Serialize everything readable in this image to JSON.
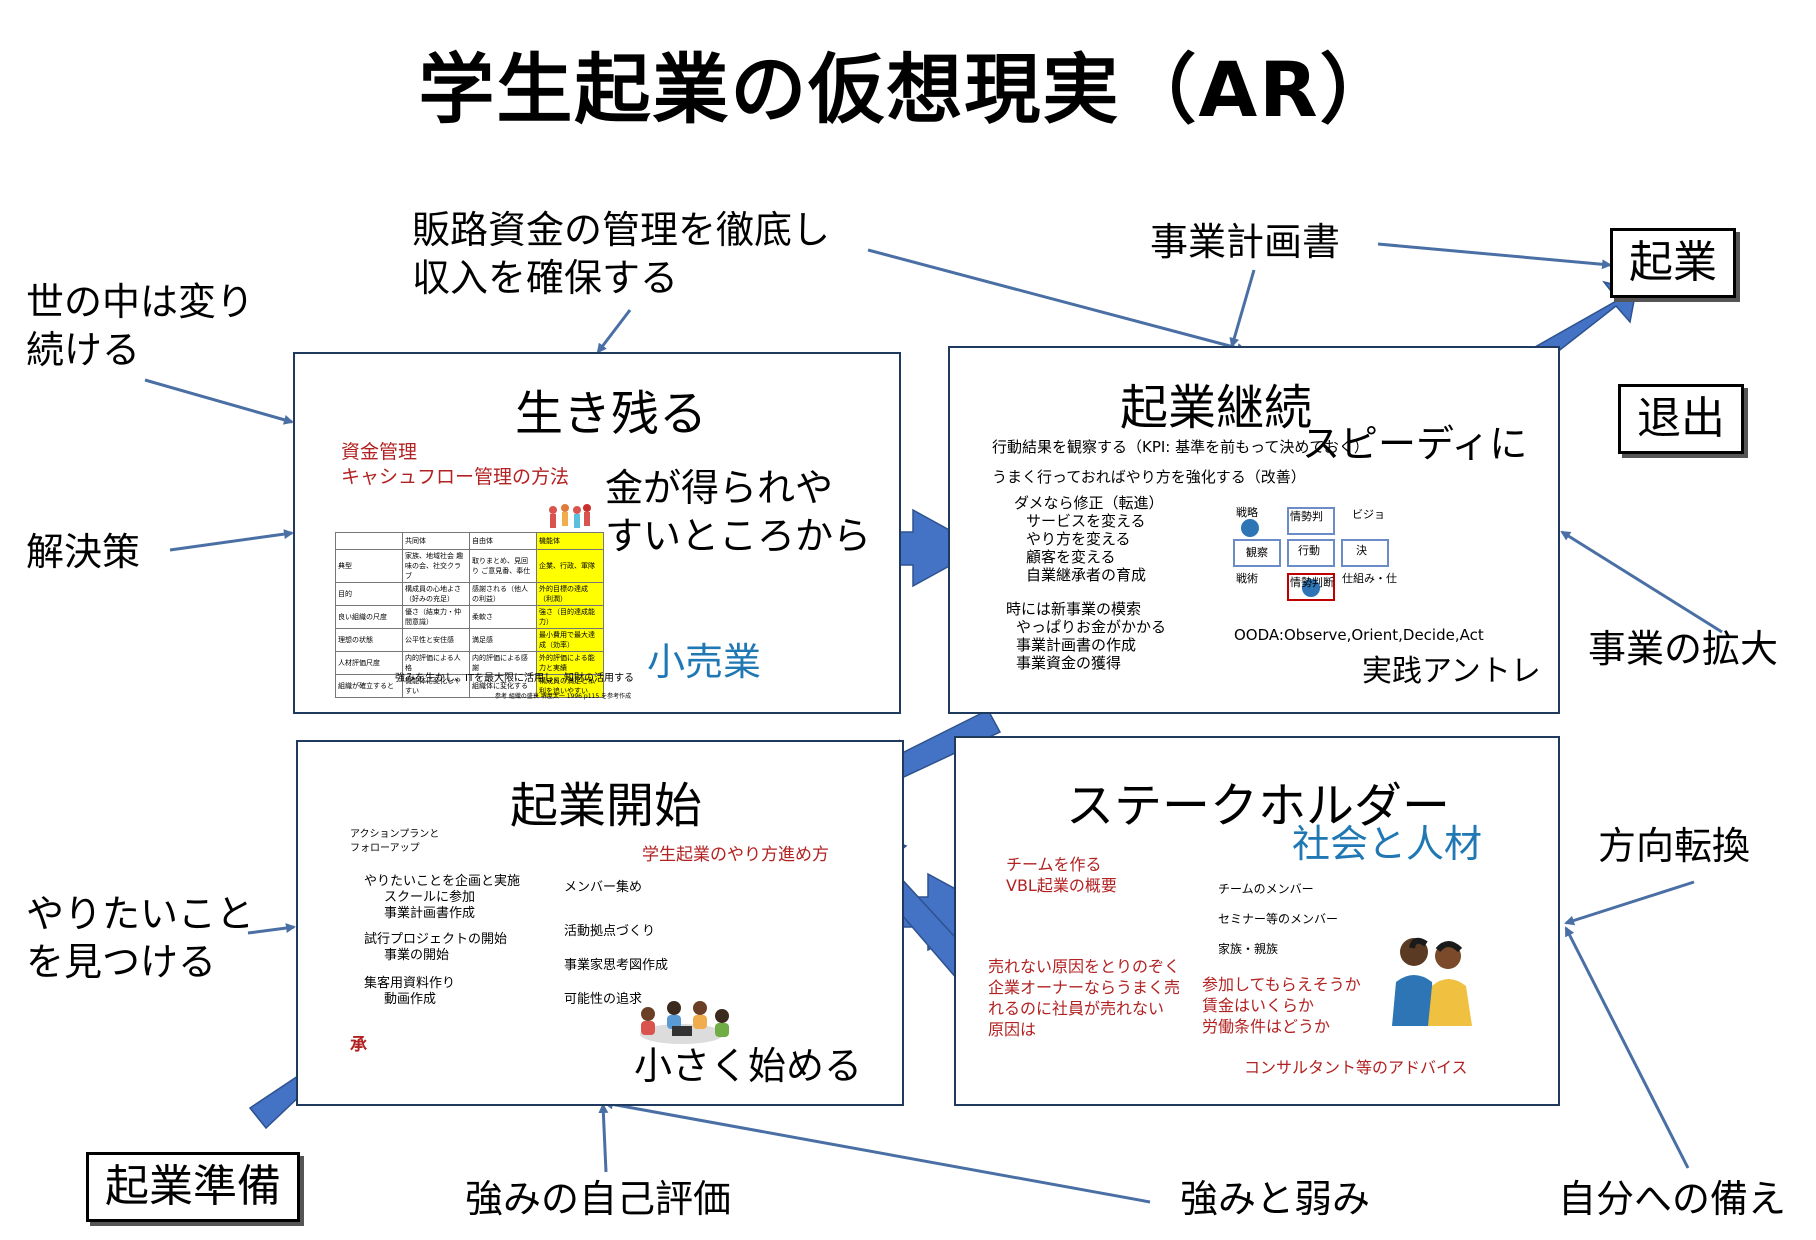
{
  "title": "学生起業の仮想現実（AR）",
  "side_labels": {
    "world_changes": [
      "世の中は変り",
      "続ける"
    ],
    "solution": "解決策",
    "find_what_you_want": [
      "やりたいこと",
      "を見つける"
    ],
    "sales_funds": [
      "販路資金の管理を徹底し",
      "収入を確保する"
    ],
    "business_plan": "事業計画書",
    "expand_business": "事業の拡大",
    "change_direction": "方向転換",
    "self_eval": "強みの自己評価",
    "strengths_weaknesses": "強みと弱み",
    "self_prep": "自分への備え"
  },
  "boxed_labels": {
    "startup": "起業",
    "exit": "退出",
    "startup_prep": "起業準備"
  },
  "panel_survive": {
    "title": "生き残る",
    "red_lines": [
      "資金管理",
      "キャシュフロー管理の方法"
    ],
    "big_text": [
      "金が得られや",
      "すいところから"
    ],
    "blue_text": "小売業",
    "table_rows": [
      [
        "",
        "共同体",
        "自由体",
        "機能体"
      ],
      [
        "典型",
        "家族、地域社会 趣味の会、社交クラブ",
        "取りまとめ、見回り ご意見番、奉仕",
        "企業、行政、軍隊"
      ],
      [
        "目的",
        "構成員の心地よさ（好みの充足）",
        "感謝される（他人の利益）",
        "外的目標の達成（利潤）"
      ],
      [
        "良い組織の尺度",
        "優さ（結束力・仲間意識）",
        "柔軟さ",
        "強さ（目的達成能力）"
      ],
      [
        "理想の状態",
        "公平性と安住感",
        "満足感",
        "最小費用で最大達成（効率）"
      ],
      [
        "人材評価尺度",
        "内的評価による人格",
        "内的評価による感謝",
        "外的評価による能力と実績"
      ],
      [
        "組織が確立すると",
        "機能体に変化しやすい",
        "組織体に変化する",
        "構成員の満足と私利を追いやすい"
      ]
    ],
    "footer_line": "強みを生かし、ITを最大限に活用し、知財の活用する",
    "source_line": "参考 組織の盛衰 堺屋太一 1996 p115 を参考作成"
  },
  "panel_continue": {
    "title": "起業継続",
    "speedy": "スピーディに",
    "lines": [
      "行動結果を観察する（KPI: 基準を前もって決めておく）",
      "うまく行っておればやり方を強化する（改善）",
      "ダメなら修正（転進）",
      "サービスを変える",
      "やり方を変える",
      "顧客を変える",
      "自業継承者の育成",
      "時には新事業の模索",
      "やっぱりお金がかかる",
      "事業計画書の作成",
      "事業資金の獲得"
    ],
    "ooda_nodes": [
      "戦略",
      "情勢判",
      "ビジョ",
      "観察",
      "行動",
      "決",
      "戦術",
      "情勢判断",
      "仕組み・仕"
    ],
    "ooda": "OODA:Observe,Orient,Decide,Act",
    "practice": "実践アントレ"
  },
  "panel_start": {
    "title": "起業開始",
    "action_plan": [
      "アクションプランと",
      "フォローアップ"
    ],
    "red_heading": "学生起業のやり方進め方",
    "left_lines": [
      "やりたいことを企画と実施",
      "スクールに参加",
      "事業計画書作成",
      "試行プロジェクトの開始",
      "事業の開始",
      "集客用資料作り",
      "動画作成"
    ],
    "right_lines": [
      "メンバー集め",
      "活動拠点づくり",
      "事業家思考図作成",
      "可能性の追求"
    ],
    "red_mark": "承",
    "big_text": "小さく始める"
  },
  "panel_stake": {
    "title": "ステークホルダー",
    "blue_text": "社会と人材",
    "red_top": [
      "チームを作る",
      "VBL起業の概要"
    ],
    "members": [
      "チームのメンバー",
      "セミナー等のメンバー",
      "家族・親族"
    ],
    "red_left": [
      "売れない原因をとりのぞく",
      "企業オーナーならうまく売",
      "れるのに社員が売れない",
      "原因は"
    ],
    "red_right": [
      "参加してもらえそうか",
      "賃金はいくらか",
      "労働条件はどうか"
    ],
    "consult": "コンサルタント等のアドバイス"
  },
  "colors": {
    "arrow": "#4472c4",
    "arrow_line": "#4a6fa5",
    "red_text": "#b22222",
    "blue_text": "#1f78b4",
    "table_highlight": "#ffff00"
  }
}
